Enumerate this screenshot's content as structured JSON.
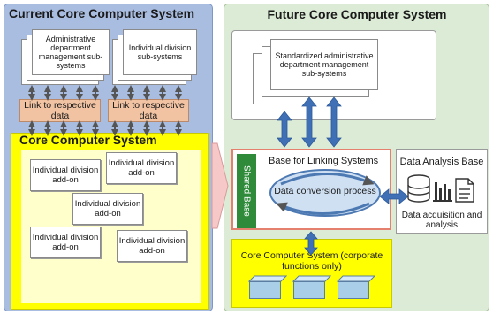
{
  "left": {
    "title": "Current Core Computer System",
    "admin_doc_text": "Administrative department management sub-systems",
    "individual_doc_text": "Individual division sub-systems",
    "link_label_1": "Link to respective data",
    "link_label_2": "Link to respective data",
    "core_title": "Core Computer System",
    "addons": [
      "Individual division add-on",
      "Individual division add-on",
      "Individual division add-on",
      "Individual division add-on",
      "Individual division add-on"
    ]
  },
  "right": {
    "title": "Future Core Computer System",
    "std_doc_text": "Standardized administrative department management sub-systems",
    "linking_title": "Base for Linking Systems",
    "shared_base": "Shared Base",
    "conversion": "Data conversion process",
    "analysis_title": "Data Analysis Base",
    "acquisition": "Data acquisition and analysis",
    "core_future": "Core Computer System (corporate functions only)"
  },
  "colors": {
    "left_bg": "#a9bde0",
    "right_bg": "#dcebd5",
    "core_yellow": "#ffff00",
    "link_peach": "#f2c3a3",
    "arrow_blue": "#3f6fb5",
    "shared_green": "#2f8a3a",
    "linking_border": "#e5806f"
  },
  "icons": [
    "database-icon",
    "bar-chart-icon",
    "document-icon"
  ]
}
